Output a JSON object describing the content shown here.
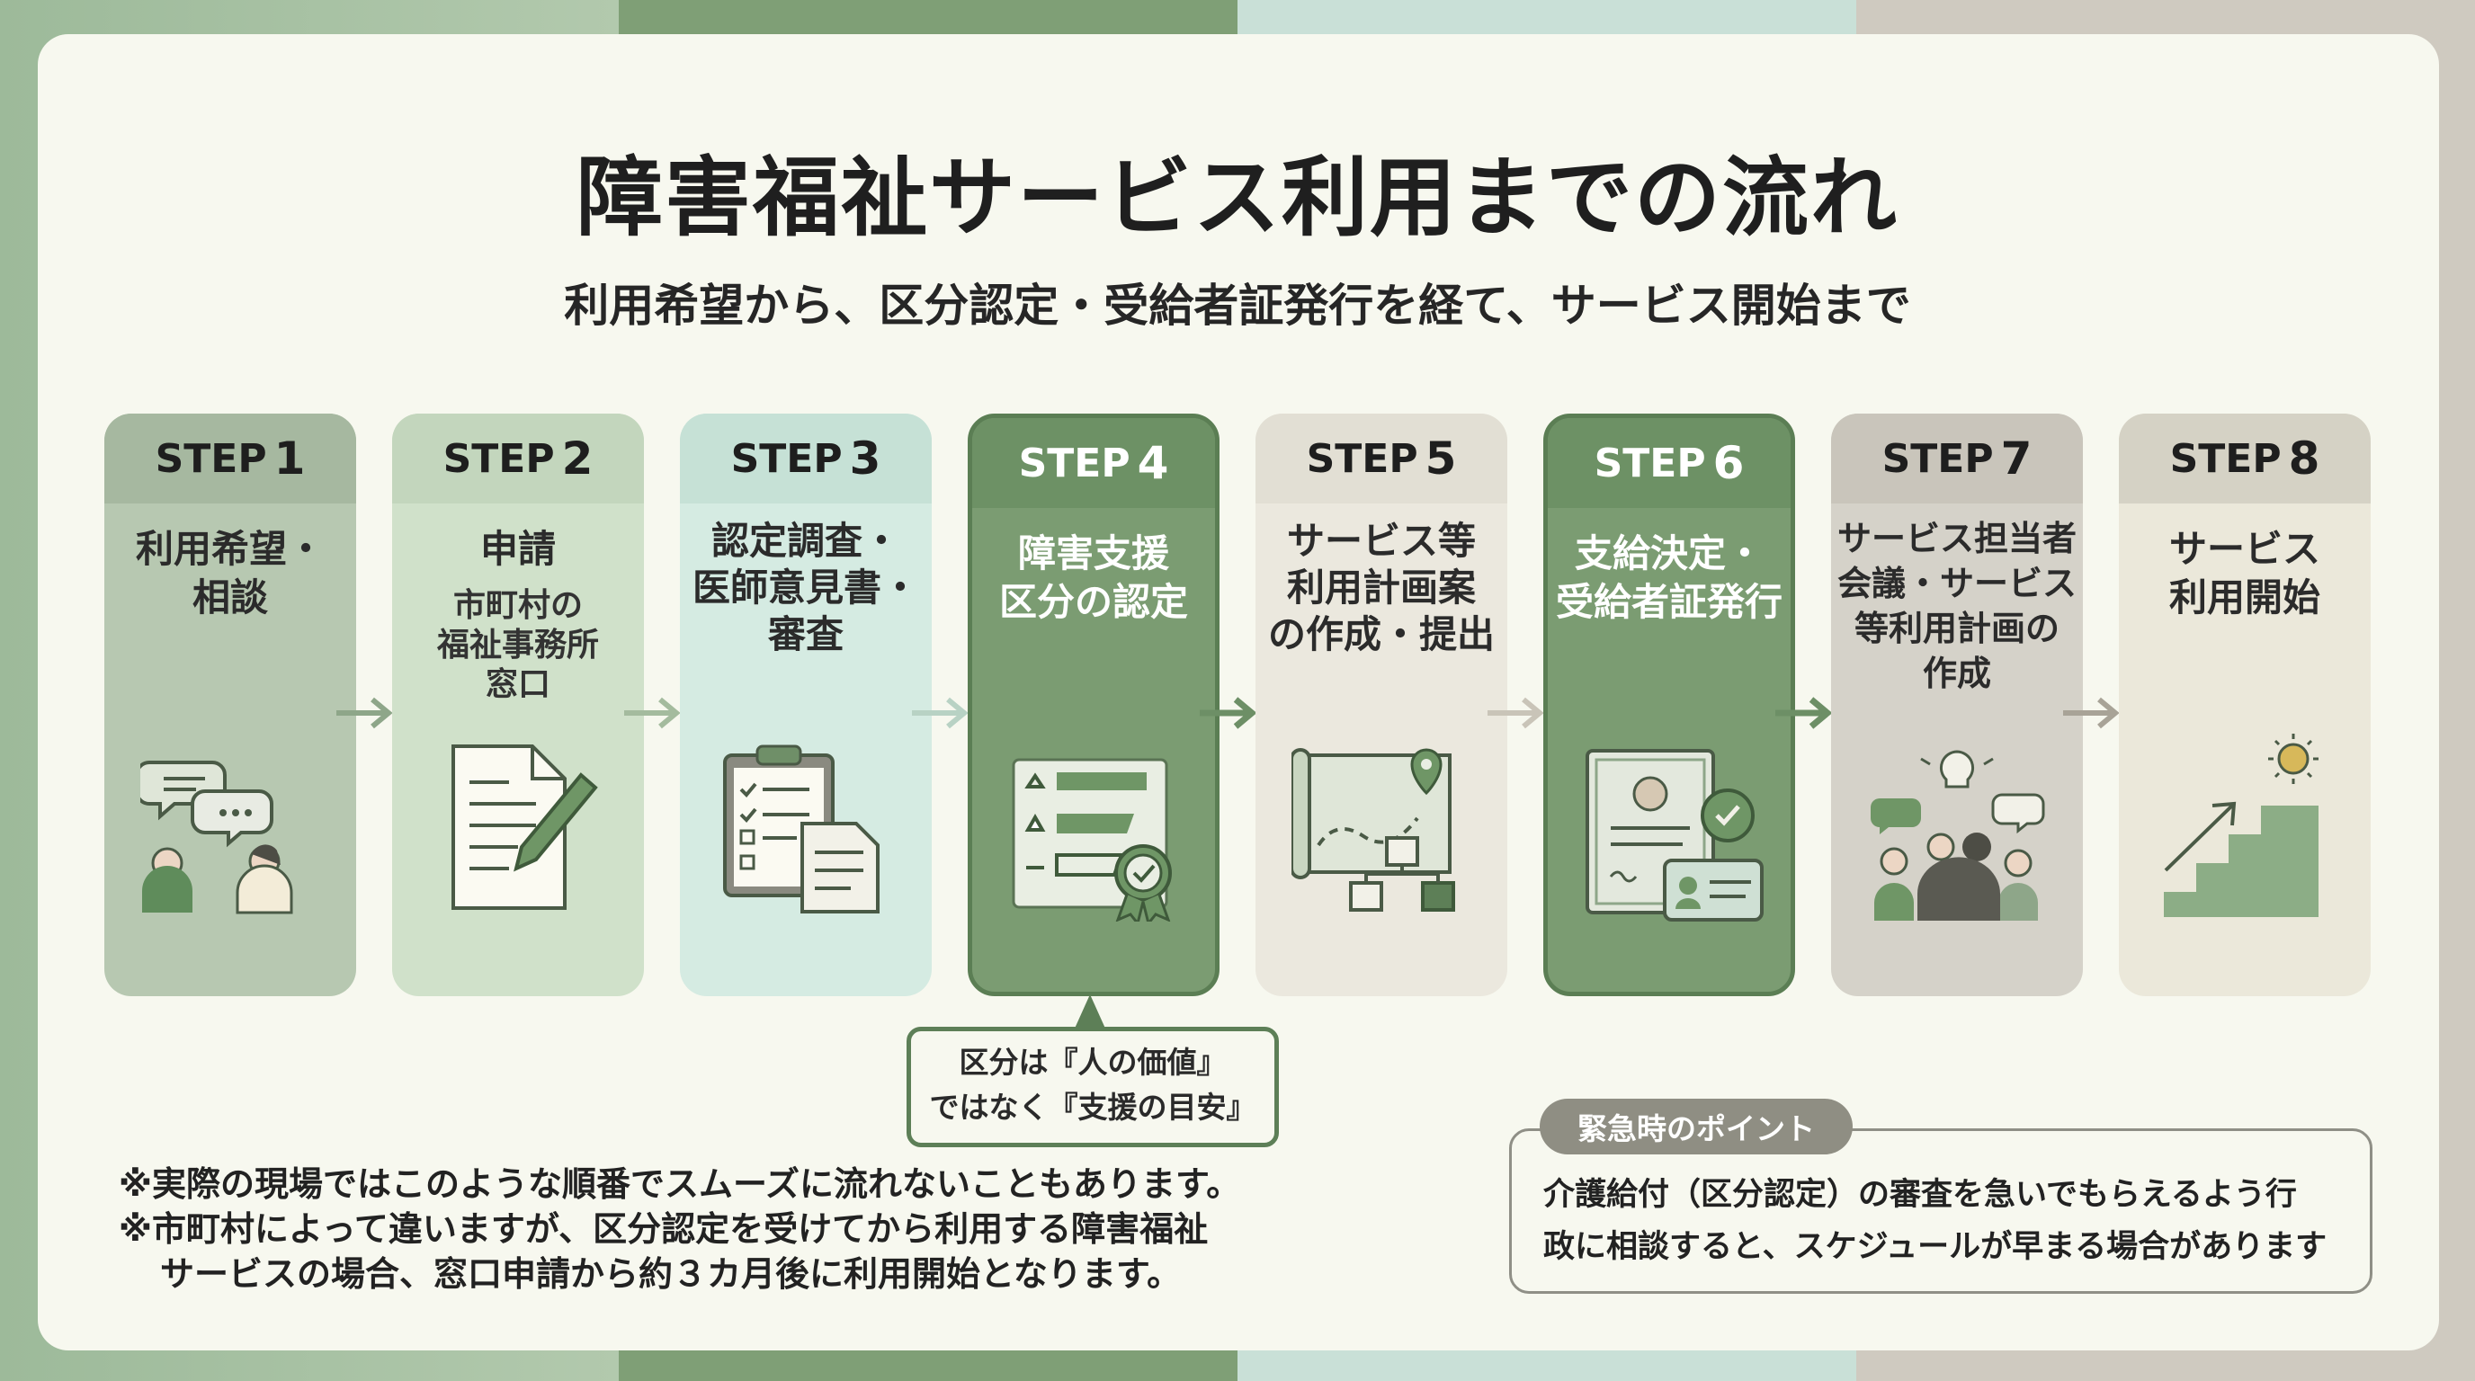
{
  "title": "障害福祉サービス利用までの流れ",
  "subtitle": "利用希望から、区分認定・受給者証発行を経て、サービス開始まで",
  "steps": [
    {
      "step_label": "STEP",
      "num": "1",
      "title_lines": [
        "利用希望・",
        "相談"
      ],
      "sub_lines": [],
      "icon": "consultation-icon",
      "head_color": "#a6b8a0",
      "body_color": "#b7c8b1",
      "style": "light"
    },
    {
      "step_label": "STEP",
      "num": "2",
      "title_lines": [
        "申請"
      ],
      "sub_lines": [
        "市町村の",
        "福祉事務所",
        "窓口"
      ],
      "icon": "application-form-icon",
      "head_color": "#c3d6bd",
      "body_color": "#d0e1ca",
      "style": "light"
    },
    {
      "step_label": "STEP",
      "num": "3",
      "title_lines": [
        "認定調査・",
        "医師意見書・",
        "審査"
      ],
      "sub_lines": [],
      "icon": "checklist-clipboard-icon",
      "head_color": "#c6e1d6",
      "body_color": "#d5ebe2",
      "style": "light"
    },
    {
      "step_label": "STEP",
      "num": "4",
      "title_lines": [
        "障害支援",
        "区分の認定"
      ],
      "sub_lines": [],
      "icon": "classification-badge-icon",
      "head_color": "#6d9165",
      "body_color": "#7b9c72",
      "style": "dark"
    },
    {
      "step_label": "STEP",
      "num": "5",
      "title_lines": [
        "サービス等",
        "利用計画案",
        "の作成・提出"
      ],
      "sub_lines": [],
      "icon": "plan-map-icon",
      "head_color": "#e2dfd4",
      "body_color": "#ebe8de",
      "style": "light"
    },
    {
      "step_label": "STEP",
      "num": "6",
      "title_lines": [
        "支給決定・",
        "受給者証発行"
      ],
      "sub_lines": [],
      "icon": "certificate-icon",
      "head_color": "#6d9165",
      "body_color": "#7b9c72",
      "style": "dark"
    },
    {
      "step_label": "STEP",
      "num": "7",
      "title_lines": [
        "サービス担当者",
        "会議・サービス",
        "等利用計画の",
        "作成"
      ],
      "sub_lines": [],
      "icon": "team-meeting-icon",
      "head_color": "#c9c5bb",
      "body_color": "#d5d2c9",
      "style": "light"
    },
    {
      "step_label": "STEP",
      "num": "8",
      "title_lines": [
        "サービス",
        "利用開始"
      ],
      "sub_lines": [],
      "icon": "stairs-sun-icon",
      "head_color": "#d5d2c5",
      "body_color": "#ebe8da",
      "style": "light"
    }
  ],
  "callout": {
    "line1": "区分は『人の価値』",
    "line2": "ではなく『支援の目安』"
  },
  "notes": [
    "※実際の現場ではこのような順番でスムーズに流れないこともあります。",
    "※市町村によって違いますが、区分認定を受けてから利用する障害福祉",
    "サービスの場合、窓口申請から約３カ月後に利用開始となります。"
  ],
  "point": {
    "label": "緊急時のポイント",
    "line1": "介護給付（区分認定）の審査を急いでもらえるよう行",
    "line2": "政に相談すると、スケジュールが早まる場合があります"
  },
  "colors": {
    "accent": "#5b7e54",
    "arrow_dark": "#6d8f66",
    "arrow_light": "#b7c9b2"
  }
}
